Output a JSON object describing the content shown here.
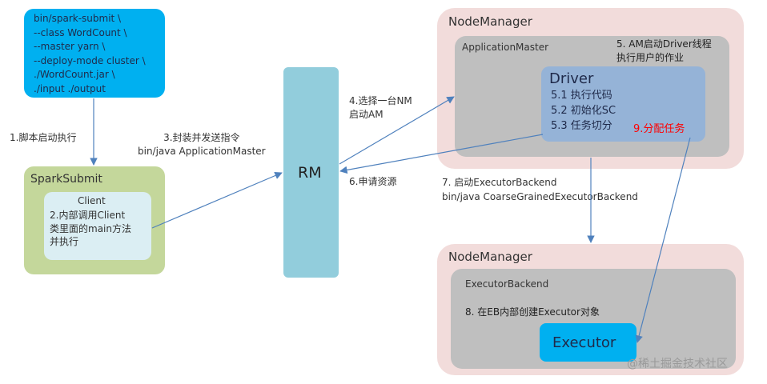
{
  "submit_command": {
    "lines": [
      "bin/spark-submit \\",
      "--class WordCount \\",
      "--master yarn \\",
      "--deploy-mode cluster \\",
      "./WordCount.jar \\",
      "./input ./output"
    ]
  },
  "spark_submit": {
    "title": "SparkSubmit",
    "client_title": "Client",
    "client_lines": [
      "2.内部调用Client",
      "类里面的main方法",
      "并执行"
    ]
  },
  "rm": {
    "label": "RM"
  },
  "node_manager_1": {
    "title": "NodeManager",
    "am_title": "ApplicationMaster",
    "am_note": [
      "5. AM启动Driver线程",
      "执行用户的作业"
    ],
    "driver_title": "Driver",
    "driver_steps": [
      "5.1 执行代码",
      "5.2 初始化SC",
      "5.3 任务切分"
    ],
    "task_label": "9.分配任务"
  },
  "node_manager_2": {
    "title": "NodeManager",
    "eb_title": "ExecutorBackend",
    "eb_note": "8. 在EB内部创建Executor对象",
    "executor_title": "Executor"
  },
  "edges": {
    "step1": "1.脚本启动执行",
    "step3": [
      "3.封装并发送指令",
      "bin/java ApplicationMaster"
    ],
    "step4": [
      "4.选择一台NM",
      "启动AM"
    ],
    "step6": "6.申请资源",
    "step7": [
      "7. 启动ExecutorBackend",
      "bin/java CoarseGrainedExecutorBackend"
    ]
  },
  "watermark": "@稀土掘金技术社区",
  "colors": {
    "arrow": "#4f81bd",
    "command_box": "#00b0f0",
    "spark_submit_box": "#c4d79b",
    "client_box": "#dbeef3",
    "rm_box": "#92cddc",
    "node_manager_box": "#f2dcdb",
    "inner_box": "#bfbfbf",
    "driver_box": "#95b3d7",
    "executor_box": "#00b0f0",
    "task_label": "#ff0000"
  }
}
